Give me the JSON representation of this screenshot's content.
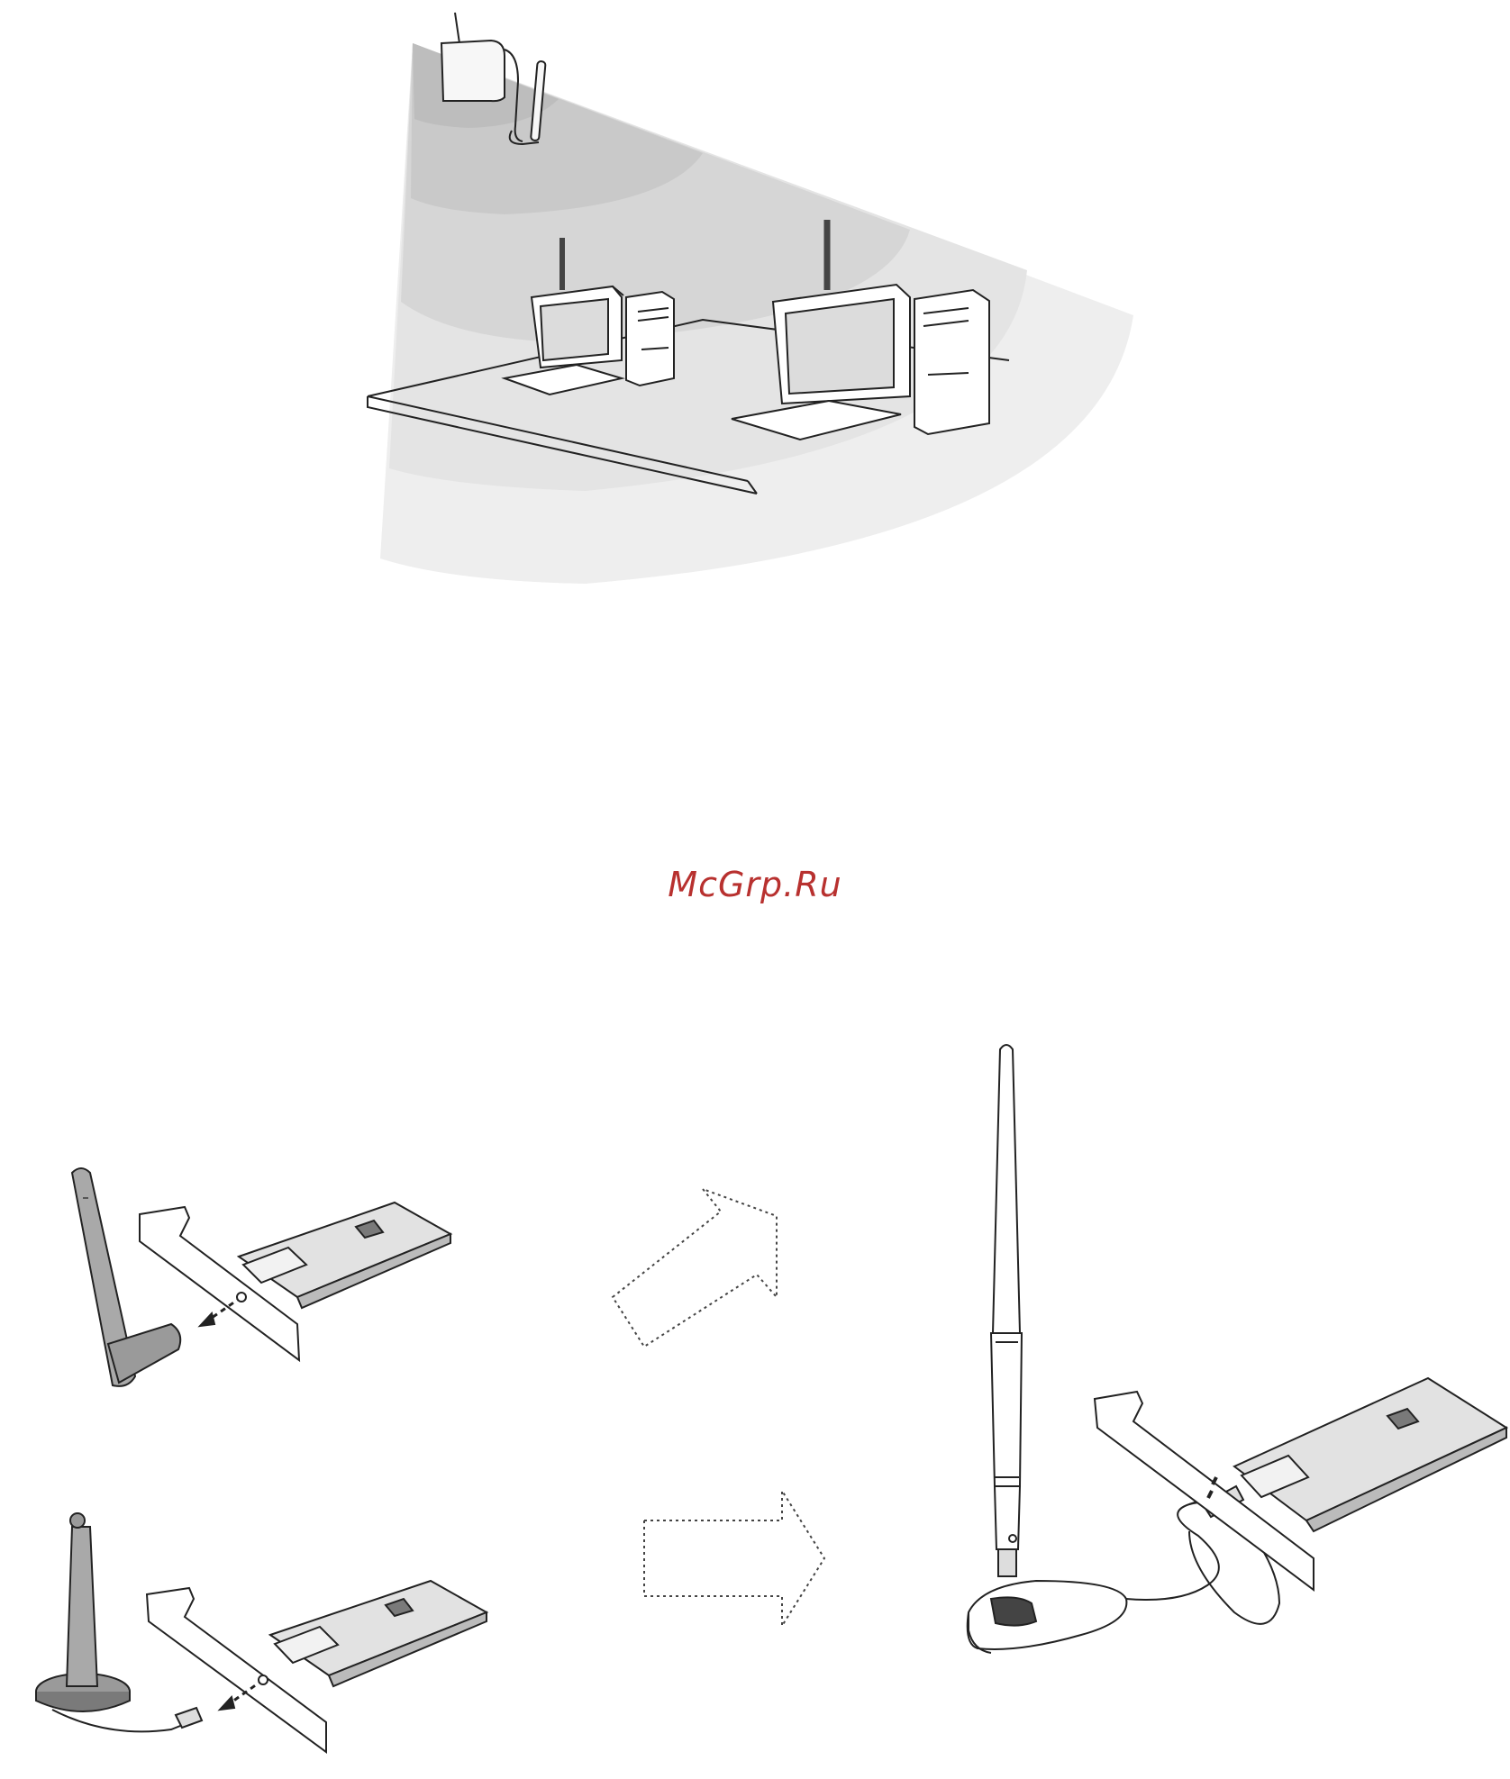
{
  "watermark": {
    "text": "McGrp.Ru",
    "color": "#b8312f"
  },
  "illustrations": {
    "top": "wireless-coverage-scene",
    "bottom_left_upper": "pci-card-with-detachable-antenna",
    "bottom_left_lower": "pci-card-with-magnetic-base-antenna",
    "bottom_right": "pci-card-with-high-gain-antenna-and-cable",
    "arrows": [
      "dotted-arrow-upper-right",
      "dotted-arrow-right"
    ]
  },
  "colors": {
    "line": "#222222",
    "fan_dark": "#bdbdbd",
    "fan_mid": "#cfcfcf",
    "fan_light": "#e2e2e2",
    "fan_lightest": "#eeeeee",
    "chip": "#7a7a7a"
  }
}
